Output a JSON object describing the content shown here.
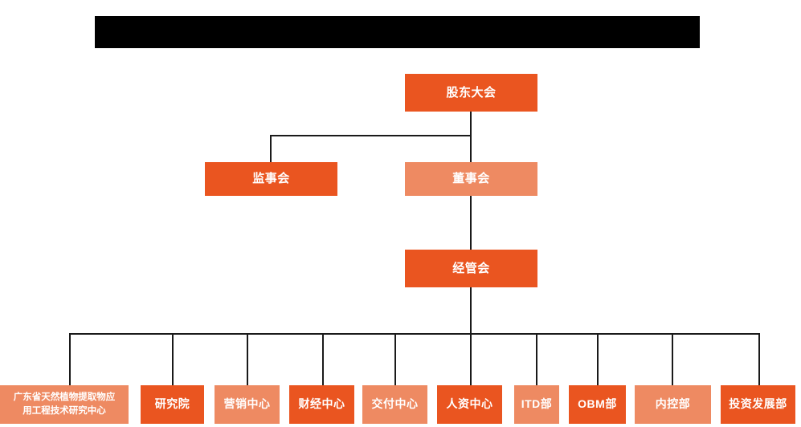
{
  "header": {
    "redaction": {
      "name": "redacted-title-bar",
      "content": ""
    }
  },
  "colors": {
    "dark_orange": "#EA5520",
    "light_coral": "#EE8A62",
    "connector": "#1a1a1a",
    "background": "#FFFFFF",
    "text": "#FFFFFF"
  },
  "org_chart": {
    "levels": [
      {
        "level": 1,
        "nodes": [
          {
            "id": "shareholders-meeting",
            "label": "股东大会",
            "tone": "dark"
          }
        ]
      },
      {
        "level": 2,
        "nodes": [
          {
            "id": "board-of-supervisors",
            "label": "监事会",
            "tone": "dark"
          },
          {
            "id": "board-of-directors",
            "label": "董事会",
            "tone": "light"
          }
        ]
      },
      {
        "level": 3,
        "nodes": [
          {
            "id": "management-committee",
            "label": "经管会",
            "tone": "dark"
          }
        ]
      },
      {
        "level": 4,
        "nodes": [
          {
            "id": "guangdong-research-center",
            "label": "广东省天然植物提取物应\n用工程技术研究中心",
            "tone": "light"
          },
          {
            "id": "research-institute",
            "label": "研究院",
            "tone": "dark"
          },
          {
            "id": "marketing-center",
            "label": "营销中心",
            "tone": "light"
          },
          {
            "id": "finance-center",
            "label": "财经中心",
            "tone": "dark"
          },
          {
            "id": "delivery-center",
            "label": "交付中心",
            "tone": "light"
          },
          {
            "id": "hr-center",
            "label": "人资中心",
            "tone": "dark"
          },
          {
            "id": "itd-department",
            "label": "ITD部",
            "tone": "light"
          },
          {
            "id": "obm-department",
            "label": "OBM部",
            "tone": "dark"
          },
          {
            "id": "internal-control-department",
            "label": "内控部",
            "tone": "light"
          },
          {
            "id": "investment-development-department",
            "label": "投资发展部",
            "tone": "dark"
          }
        ]
      }
    ]
  }
}
